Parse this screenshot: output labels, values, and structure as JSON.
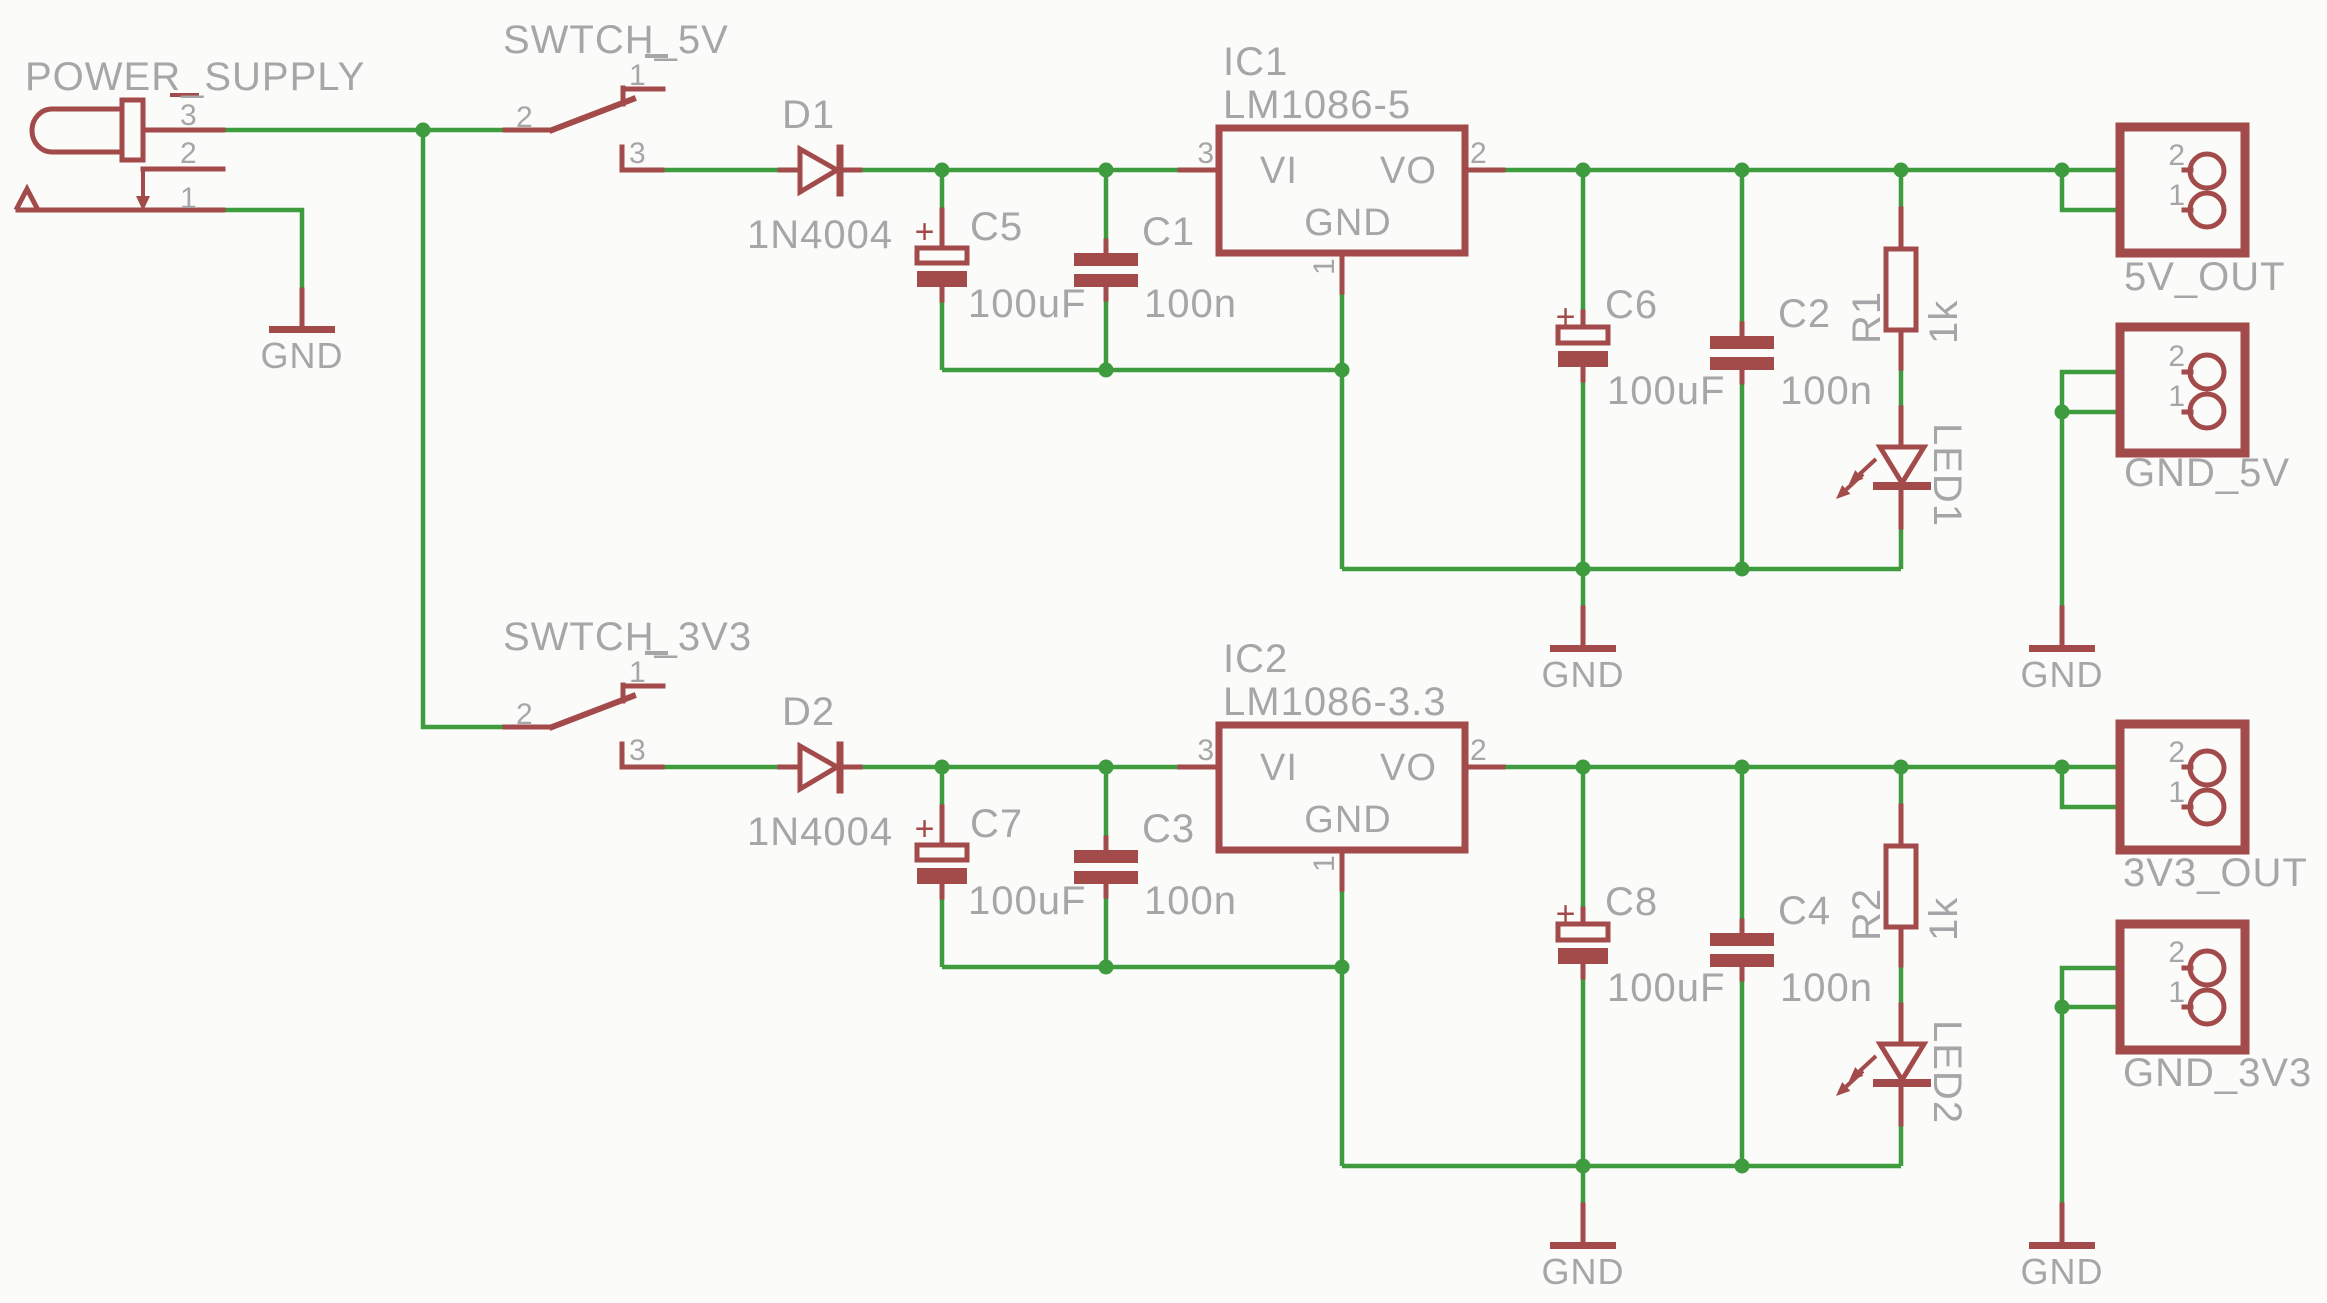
{
  "colors": {
    "wire": "#3e9b3e",
    "symbol": "#a34a4a",
    "label": "#a6a6a8",
    "background": "#fbfbfa",
    "fill": "#fbfbfa"
  },
  "gnd_label": "GND",
  "power_supply": {
    "name": "POWER_SUPPLY",
    "pin3": "3",
    "pin2": "2",
    "pin1": "1"
  },
  "switch_5v": {
    "name": "SWTCH_5V",
    "pin1": "1",
    "pin2": "2",
    "pin3": "3"
  },
  "switch_3v3": {
    "name": "SWTCH_3V3",
    "pin1": "1",
    "pin2": "2",
    "pin3": "3"
  },
  "d1": {
    "name": "D1",
    "value": "1N4004"
  },
  "d2": {
    "name": "D2",
    "value": "1N4004"
  },
  "ic1": {
    "name": "IC1",
    "value": "LM1086-5",
    "vi": "VI",
    "vo": "VO",
    "gnd": "GND",
    "pin_vi": "3",
    "pin_vo": "2",
    "pin_gnd": "1"
  },
  "ic2": {
    "name": "IC2",
    "value": "LM1086-3.3",
    "vi": "VI",
    "vo": "VO",
    "gnd": "GND",
    "pin_vi": "3",
    "pin_vo": "2",
    "pin_gnd": "1"
  },
  "c5": {
    "name": "C5",
    "value": "100uF",
    "plus": "+"
  },
  "c1": {
    "name": "C1",
    "value": "100n"
  },
  "c6": {
    "name": "C6",
    "value": "100uF",
    "plus": "+"
  },
  "c2": {
    "name": "C2",
    "value": "100n"
  },
  "c7": {
    "name": "C7",
    "value": "100uF",
    "plus": "+"
  },
  "c3": {
    "name": "C3",
    "value": "100n"
  },
  "c8": {
    "name": "C8",
    "value": "100uF",
    "plus": "+"
  },
  "c4": {
    "name": "C4",
    "value": "100n"
  },
  "r1": {
    "name": "R1",
    "value": "1k"
  },
  "r2": {
    "name": "R2",
    "value": "1k"
  },
  "led1": {
    "name": "LED1"
  },
  "led2": {
    "name": "LED2"
  },
  "out_5v": {
    "name": "5V_OUT",
    "pin2": "2",
    "pin1": "1"
  },
  "gnd_5v": {
    "name": "GND_5V",
    "pin2": "2",
    "pin1": "1"
  },
  "out_3v3": {
    "name": "3V3_OUT",
    "pin2": "2",
    "pin1": "1"
  },
  "gnd_3v3": {
    "name": "GND_3V3",
    "pin2": "2",
    "pin1": "1"
  }
}
